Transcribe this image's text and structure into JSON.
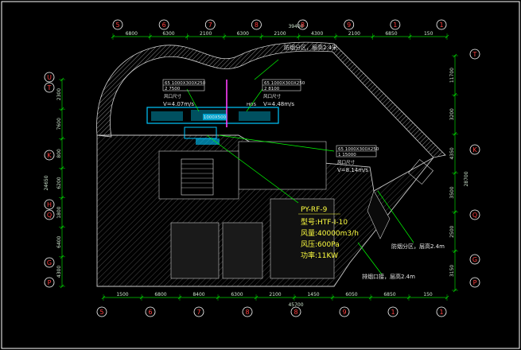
{
  "colors": {
    "background": "#000000",
    "frame": "#ffffff",
    "dimension": "#00d000",
    "axis_bubble": "#ff3030",
    "wall": "#c8c8c8",
    "duct": "#00c8ff",
    "duct_magenta": "#ff40ff",
    "leader": "#00ff00",
    "spec_text": "#ffff40"
  },
  "top_axes": [
    "5",
    "6",
    "7",
    "8",
    "8",
    "9",
    "1",
    "1"
  ],
  "bottom_axes": [
    "5",
    "6",
    "7",
    "8",
    "8",
    "9",
    "1",
    "1"
  ],
  "left_axes": [
    "U",
    "T",
    "K",
    "H",
    "Q",
    "G",
    "P"
  ],
  "right_axes": [
    "T",
    "K",
    "Q",
    "G",
    "P"
  ],
  "top_total": "39400",
  "top_dims": [
    "6800",
    "6300",
    "2100",
    "6300",
    "2100",
    "4300",
    "2100",
    "6850",
    "150"
  ],
  "bottom_total": "45700",
  "bottom_dims": [
    "1500",
    "6800",
    "8400",
    "6300",
    "2100",
    "1450",
    "6050",
    "6850",
    "150"
  ],
  "left_total": "24650",
  "left_dims": [
    "2300",
    "7600",
    "800",
    "6200",
    "1800",
    "6400",
    "4300"
  ],
  "right_total": "28700",
  "right_dims": [
    "11700",
    "3200",
    "4350",
    "3500",
    "2500",
    "3150"
  ],
  "labels": {
    "top_note": "防烟分区，层高2.4米",
    "box_left_title": "65 1000X300X250",
    "box_left_r1": "2   7500",
    "box_left_r2": "风口尺寸",
    "box_left_vel": "V=4.07m/s",
    "box_mid_title": "65 1000X300X250",
    "box_mid_r1": "2   8100",
    "box_mid_r2": "风口尺寸",
    "box_mid_vel": "V=4.48m/s",
    "box_right_title": "65 1000X300X250",
    "box_right_r1": "1   15000",
    "box_right_r2": "风口尺寸",
    "box_right_vel": "V=8.14m/s",
    "duct_tag": "1000X500",
    "duct_tag2": "HOS",
    "spec_1": "PY-RF-9",
    "spec_2": "型号:HTF-I-10",
    "spec_3": "风量:40000m3/h",
    "spec_4": "风压:600Pa",
    "spec_5": "功率:11KW",
    "right_note_1": "防烟分区，层高2.4m",
    "right_note_2": "排烟口接，层高2.4m"
  }
}
